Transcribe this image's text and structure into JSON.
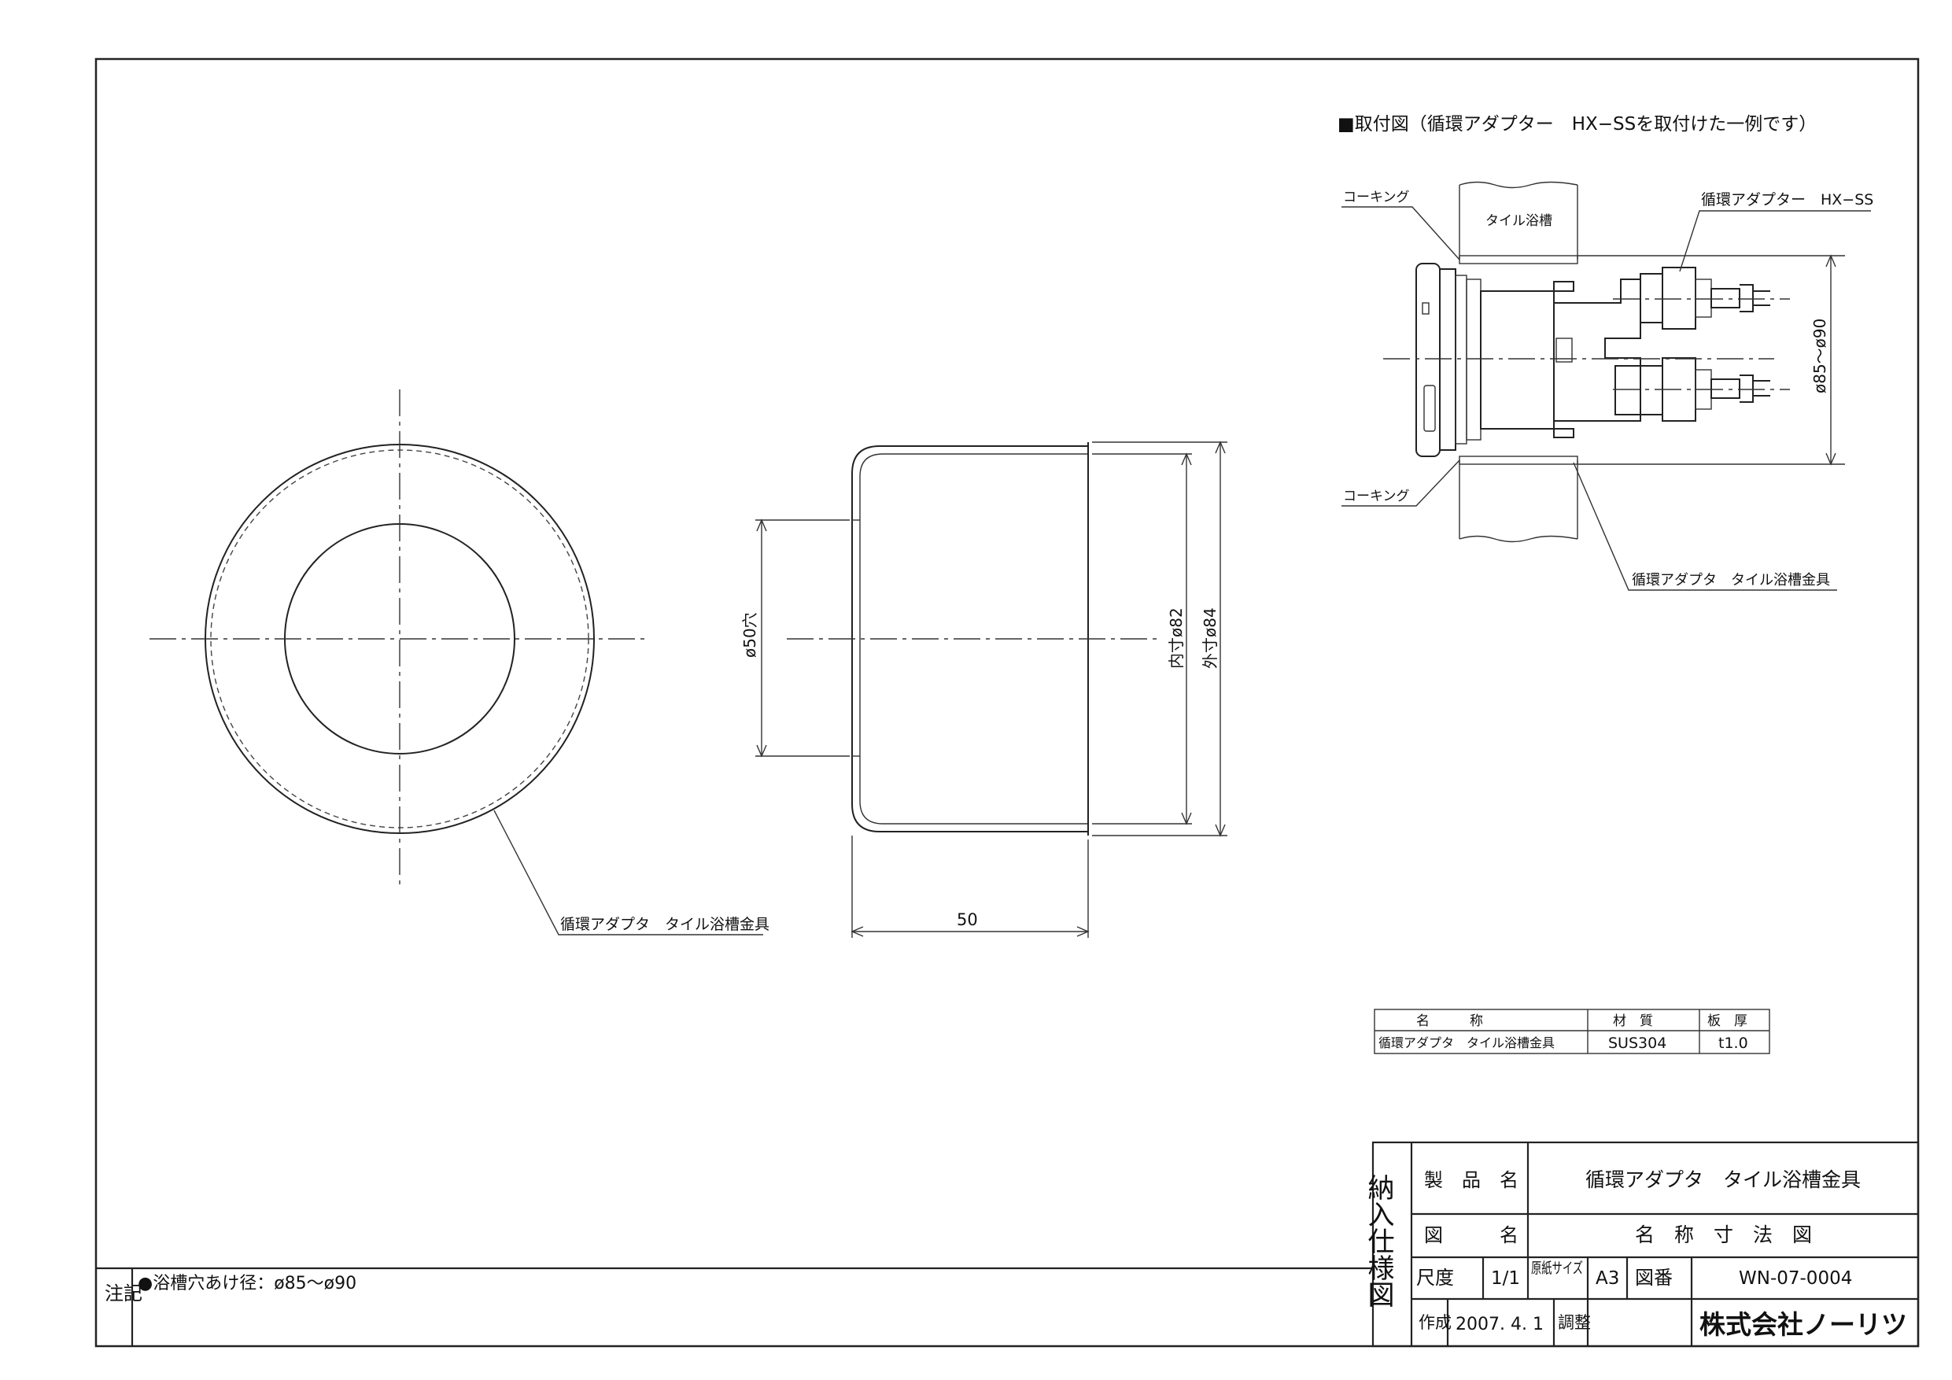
{
  "install_view": {
    "title": "■取付図（循環アダプター　HX−SSを取付けた一例です）",
    "caulking_top": "コーキング",
    "caulking_bottom": "コーキング",
    "bathtub": "タイル浴槽",
    "adapter_label": "循環アダプター　HX−SS",
    "hole_range": "ø85〜ø90",
    "fitting_label": "循環アダプタ　タイル浴槽金具"
  },
  "front_view": {
    "leader_label": "循環アダプタ　タイル浴槽金具"
  },
  "side_view": {
    "hole_dim": "ø50穴",
    "inner_dim": "内寸ø82",
    "outer_dim": "外寸ø84",
    "length_dim": "50"
  },
  "parts_table": {
    "headers": [
      "名　　　称",
      "材　質",
      "板　厚"
    ],
    "rows": [
      [
        "循環アダプタ　タイル浴槽金具",
        "SUS304",
        "t1.0"
      ]
    ]
  },
  "notes": {
    "header": "注記",
    "text": "●浴槽穴あけ径：ø85〜ø90"
  },
  "title_block": {
    "side_label": "納入仕様図",
    "product_name_label": "製　品　名",
    "product_name": "循環アダプタ　タイル浴槽金具",
    "drawing_name_label": "図　　　名",
    "drawing_name": "名　称　寸　法　図",
    "scale_label": "尺度",
    "scale": "1/1",
    "paper_size_label": "原紙サイズ",
    "paper_size": "A3",
    "drawing_no_label": "図番",
    "drawing_no": "WN-07-0004",
    "created_label": "作成",
    "created": "2007. 4. 1",
    "adjusted_label": "調整",
    "company": "株式会社ノーリツ"
  }
}
